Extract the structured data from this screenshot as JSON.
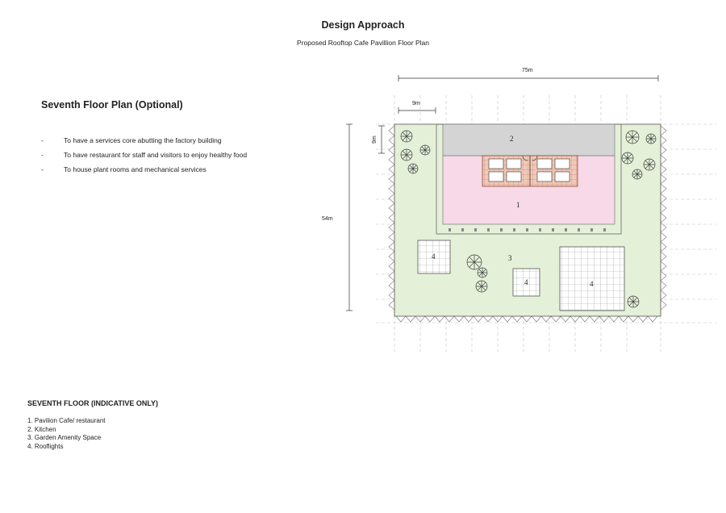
{
  "header": {
    "title": "Design Approach",
    "subtitle": "Proposed Rooftop Cafe Pavillion Floor Plan"
  },
  "section": {
    "heading": "Seventh Floor Plan (Optional)",
    "bullets": [
      "To have a services core abutting the factory building",
      "To have restaurant for staff and visitors to enjoy healthy food",
      "To house plant rooms and mechanical services"
    ]
  },
  "legend": {
    "heading": "SEVENTH FLOOR (INDICATIVE ONLY)",
    "items": [
      "1. Pavilion Cafe/ restaurant",
      "2. Kitchen",
      "3. Garden Amenity Space",
      "4. Rooflights"
    ]
  },
  "plan": {
    "dimensions": {
      "width": "75m",
      "grid": "9m",
      "kitchen_depth": "9m",
      "depth": "54m"
    },
    "room_labels": {
      "cafe": "1",
      "kitchen": "2",
      "garden": "3",
      "rooflight_left": "4",
      "rooflight_center": "4",
      "rooflight_right": "4"
    },
    "colors": {
      "garden": "#e4f0d8",
      "cafe": "#f7d9e8",
      "kitchen": "#d4d4d4",
      "core": "#e8b39f",
      "outline": "#555555",
      "grid": "#bbbbbb"
    }
  }
}
